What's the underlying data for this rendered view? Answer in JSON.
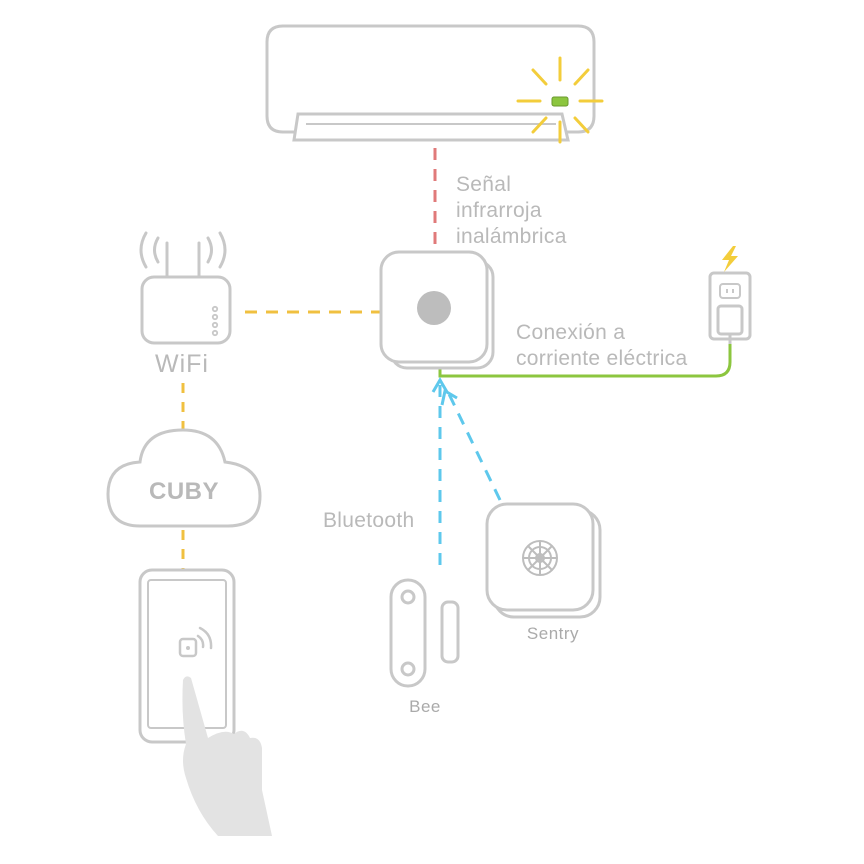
{
  "labels": {
    "ir_signal": [
      "Señal",
      "infrarroja",
      "inalámbrica"
    ],
    "power": [
      "Conexión a",
      "corriente eléctrica"
    ],
    "wifi": "WiFi",
    "cloud": "CUBY",
    "bluetooth": "Bluetooth",
    "sentry": "Sentry",
    "bee": "Bee"
  },
  "colors": {
    "outline": "#c8c8c8",
    "ir_link": "#e07a7a",
    "wifi_link": "#f0c040",
    "bluetooth_link": "#5ec8ec",
    "power_link": "#8cc63f",
    "indicator": "#8cc63f",
    "spark": "#f3cd3b",
    "hand": "#e3e3e3"
  },
  "icons": [
    "air-conditioner-icon",
    "wifi-router-icon",
    "cloud-icon",
    "smartphone-icon",
    "hand-icon",
    "cuby-hub-icon",
    "power-outlet-icon",
    "lightning-icon",
    "sentry-sensor-icon",
    "bee-sensor-icon"
  ]
}
